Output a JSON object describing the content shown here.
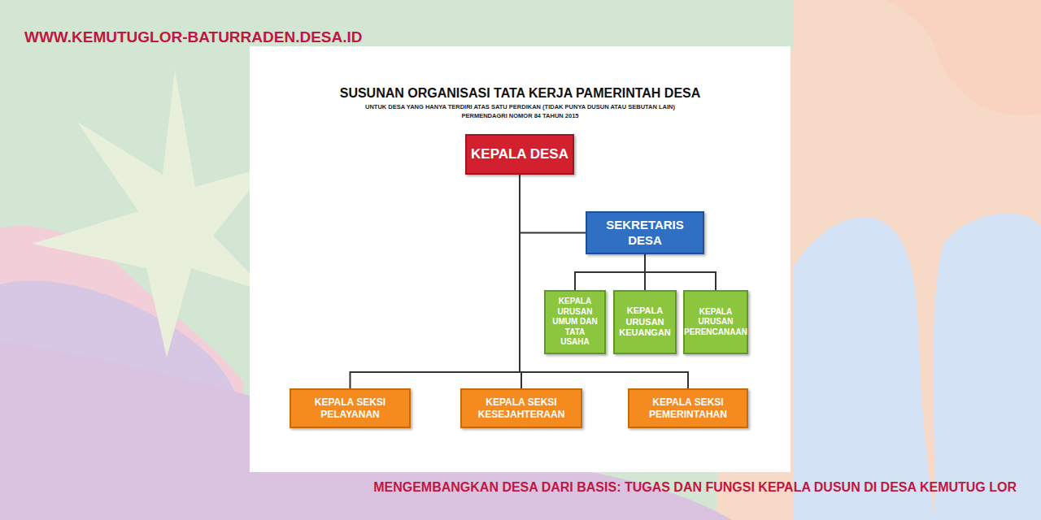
{
  "diagram": {
    "title": "SUSUNAN ORGANISASI TATA KERJA PAMERINTAH DESA",
    "caption": "MENGEMBANGKAN DESA DARI BASIS: TUGAS DAN FUNGSI KEPALA DUSUN DI DESA KEMUTUG LOR",
    "nodes": [
      {
        "text": [
          "KEPALA DESA"
        ]
      },
      {
        "text": [
          "SEKRETARIS DESA"
        ]
      },
      {
        "text": [
          "KEPALA URUSAN UMUM DAN TATA USAHA"
        ]
      },
      {
        "text": [
          "KEPALA URUSAN KEUANGAN"
        ]
      },
      {
        "text": [
          "KEPALA URUSAN PERENCANAAN"
        ]
      },
      {
        "text": [
          "KEPALA SEKSI PELAYANAN"
        ]
      },
      {
        "text": [
          "KEPALA SEKSI KESEJAHTERAAN"
        ]
      },
      {
        "text": [
          "KEPALA SEKSI PEMERINTAHAN"
        ]
      }
    ],
    "edges": [
      {
        "from": 0,
        "to": 1,
        "arrow": "none"
      },
      {
        "from": 1,
        "to": 2,
        "arrow": "none"
      },
      {
        "from": 1,
        "to": 3,
        "arrow": "none"
      },
      {
        "from": 1,
        "to": 4,
        "arrow": "none"
      },
      {
        "from": 0,
        "to": 5,
        "arrow": "none"
      },
      {
        "from": 0,
        "to": 6,
        "arrow": "none"
      },
      {
        "from": 0,
        "to": 7,
        "arrow": "none"
      }
    ],
    "labels": [
      "WWW.KEMUTUGLOR-BATURRADEN.DESA.ID",
      "UNTUK DESA YANG HANYA TERDIRI ATAS SATU PERDIKAN (TIDAK PUNYA DUSUN ATAU SEBUTAN LAIN)",
      "PERMENDAGRI NOMOR 84 TAHUN 2015"
    ]
  }
}
